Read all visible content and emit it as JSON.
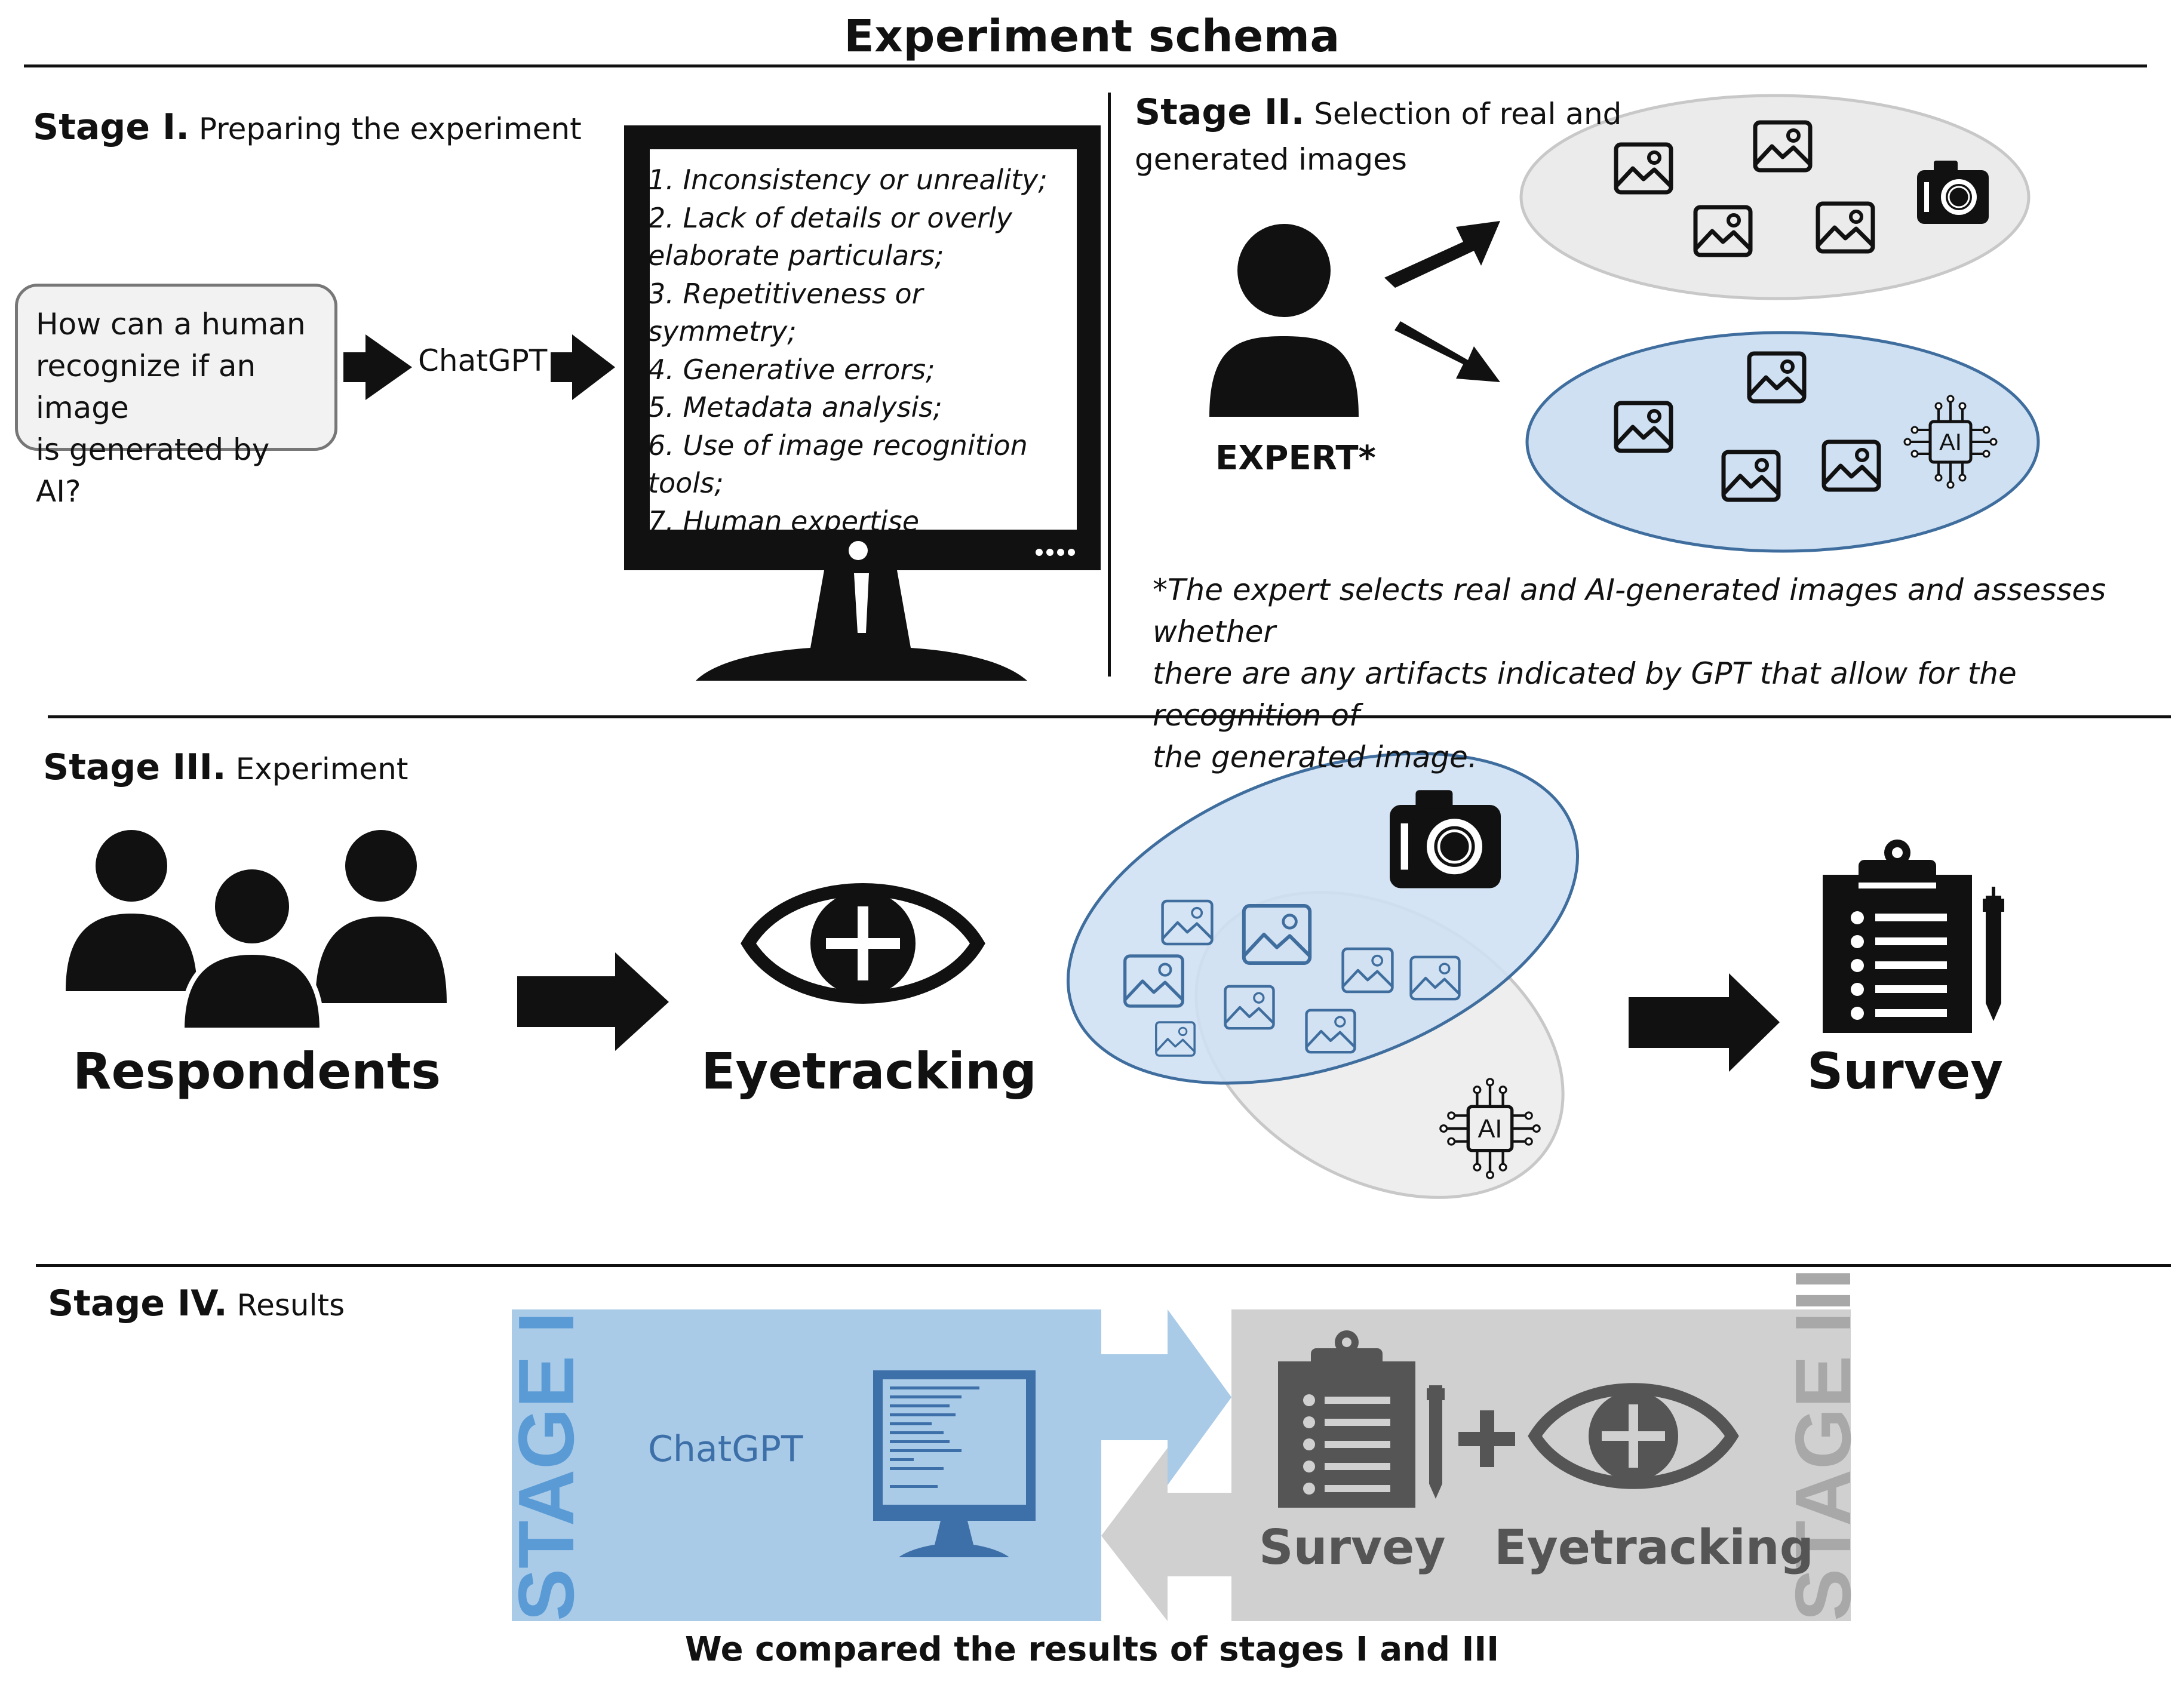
{
  "title": "Experiment schema",
  "stage1": {
    "heading_bold": "Stage I.",
    "heading_rest": " Preparing the experiment",
    "question_lines": [
      "How can a human",
      "recognize if an image",
      "is generated by AI?"
    ],
    "tool": "ChatGPT",
    "criteria_lines": [
      "1. Inconsistency or unreality;",
      "2. Lack of details or overly",
      "elaborate particulars;",
      "3. Repetitiveness or symmetry;",
      "4. Generative errors;",
      "5. Metadata analysis;",
      "6. Use of image recognition",
      "tools;",
      "7. Human expertise"
    ]
  },
  "stage2": {
    "heading_bold": "Stage II.",
    "heading_rest_lines": [
      " Selection of real and",
      "generated images"
    ],
    "expert_label": "EXPERT*",
    "ai_chip_text": "AI",
    "footnote_lines": [
      "*The expert selects real and AI-generated images and assesses whether",
      "there are any artifacts indicated by GPT that allow for the recognition of",
      "the generated image."
    ]
  },
  "stage3": {
    "heading_bold": "Stage III.",
    "heading_rest": " Experiment",
    "respondents_label": "Respondents",
    "eyetracking_label": "Eyetracking",
    "survey_label": "Survey",
    "ai_chip_text": "AI"
  },
  "stage4": {
    "heading_bold": "Stage IV.",
    "heading_rest": " Results",
    "left_vertical": "STAGE I",
    "left_tool": "ChatGPT",
    "right_vertical": "STAGE III",
    "survey_label": "Survey",
    "eyetracking_label": "Eyetracking",
    "plus": "+",
    "caption": "We compared the results of stages I and III"
  },
  "colors": {
    "blue_fill": "#a9cbe8",
    "blue_ellipse": "#cfe0f2",
    "blue_stroke": "#3f6e9e",
    "gray_fill": "#d0d0d0",
    "gray_ellipse": "#eeeeee",
    "dark_gray_icon": "#555555",
    "stage1_blue_text": "#3d6fa8"
  },
  "icons": [
    "person-icon",
    "image-icon",
    "camera-icon",
    "ai-chip-icon",
    "eye-icon",
    "clipboard-icon",
    "pen-icon",
    "monitor-icon",
    "arrow-icon"
  ]
}
